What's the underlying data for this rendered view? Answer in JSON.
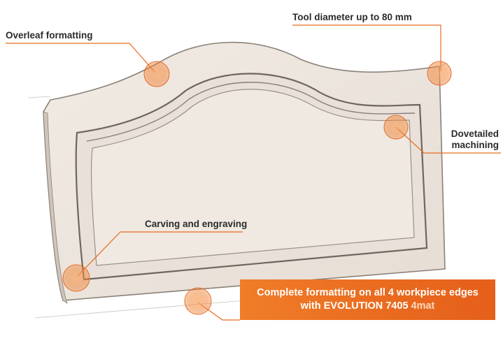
{
  "callouts": {
    "overleaf": "Overleaf formatting",
    "tool_diameter": "Tool diameter up to 80 mm",
    "dovetail_line1": "Dovetailed",
    "dovetail_line2": "machining",
    "carving": "Carving and engraving"
  },
  "banner": {
    "line1": "Complete formatting on all 4 workpiece edges",
    "line2_prefix": "with EVOLUTION 7405 ",
    "line2_accent": "4mat"
  },
  "colors": {
    "accent": "#e96a1f",
    "panel": "#ede6df",
    "text": "#2b2b2b"
  }
}
